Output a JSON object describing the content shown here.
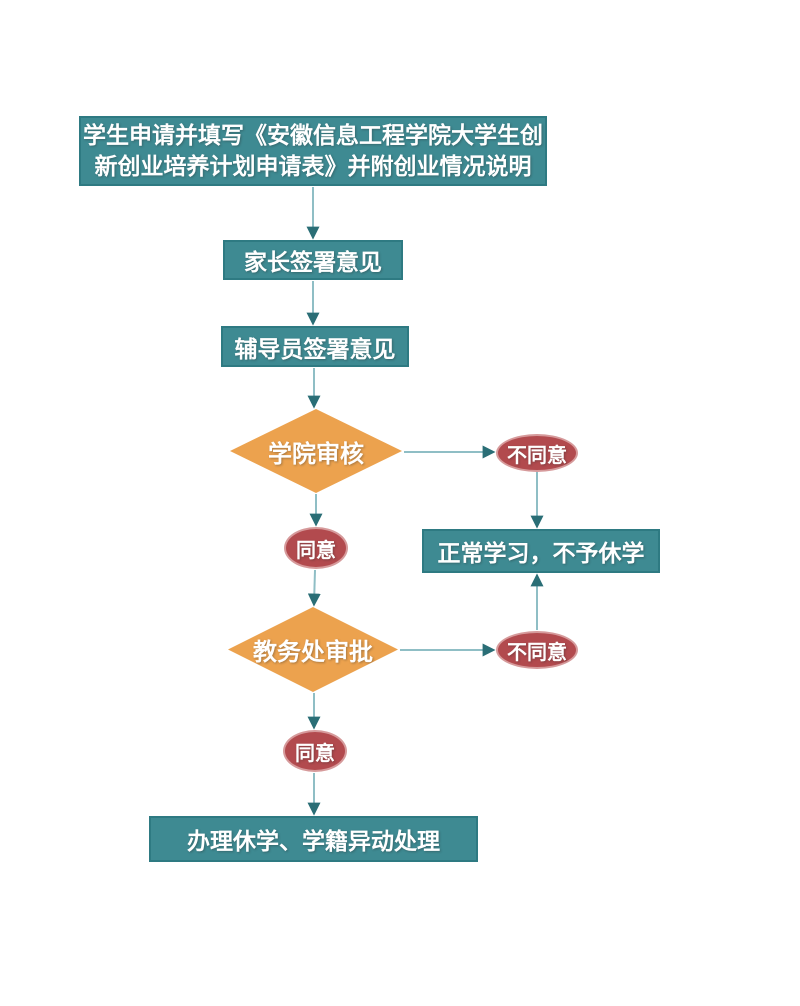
{
  "flowchart": {
    "nodes": [
      {
        "id": "student-application",
        "type": "process",
        "label": "学生申请并填写《安徽信息工程学院大学生创新创业培养计划申请表》并附创业情况说明",
        "lines": [
          "学生申请并填写《安徽信息工程学院大学生创",
          "新创业培养计划申请表》并附创业情况说明"
        ]
      },
      {
        "id": "parent-signature",
        "type": "process",
        "label": "家长签署意见"
      },
      {
        "id": "counselor-signature",
        "type": "process",
        "label": "辅导员签署意见"
      },
      {
        "id": "college-review",
        "type": "decision",
        "label": "学院审核"
      },
      {
        "id": "college-disagree",
        "type": "result",
        "label": "不同意"
      },
      {
        "id": "college-agree",
        "type": "result",
        "label": "同意"
      },
      {
        "id": "normal-study",
        "type": "process",
        "label": "正常学习，不予休学"
      },
      {
        "id": "academic-office-approval",
        "type": "decision",
        "label": "教务处审批"
      },
      {
        "id": "academic-disagree",
        "type": "result",
        "label": "不同意"
      },
      {
        "id": "academic-agree",
        "type": "result",
        "label": "同意"
      },
      {
        "id": "handle-leave",
        "type": "process",
        "label": "办理休学、学籍异动处理"
      }
    ],
    "edges": [
      {
        "from": "student-application",
        "to": "parent-signature"
      },
      {
        "from": "parent-signature",
        "to": "counselor-signature"
      },
      {
        "from": "counselor-signature",
        "to": "college-review"
      },
      {
        "from": "college-review",
        "to": "college-disagree"
      },
      {
        "from": "college-review",
        "to": "college-agree"
      },
      {
        "from": "college-disagree",
        "to": "normal-study"
      },
      {
        "from": "college-agree",
        "to": "academic-office-approval"
      },
      {
        "from": "academic-office-approval",
        "to": "academic-disagree"
      },
      {
        "from": "academic-disagree",
        "to": "normal-study"
      },
      {
        "from": "academic-office-approval",
        "to": "academic-agree"
      },
      {
        "from": "academic-agree",
        "to": "handle-leave"
      }
    ]
  },
  "colors": {
    "background": "#FFFFFF",
    "process_fill": "#3E8A92",
    "process_border": "#2E7A82",
    "decision_fill": "#ECA24E",
    "result_fill": "#B24A4E",
    "result_border": "#D69A9B",
    "connector_line": "#8FBEC5",
    "connector_arrow": "#2A6E76",
    "node_text": "#FFFFFF"
  }
}
